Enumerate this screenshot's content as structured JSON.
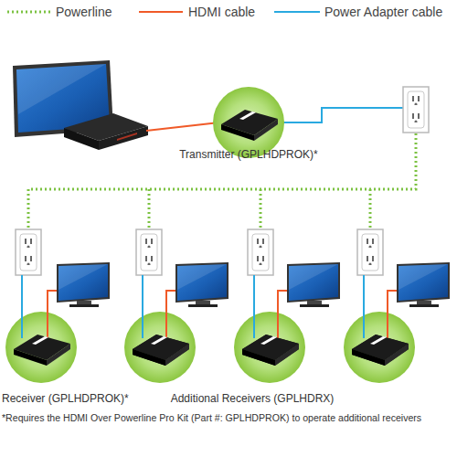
{
  "diagram": {
    "nodes": [
      {
        "text": [
          "Transmitter (GPLHDPROK)*"
        ]
      },
      {
        "text": [
          "Receiver (GPLHDPROK)*"
        ]
      }
    ],
    "labels": [
      "Additional Receivers (GPLHDRX)",
      "*Requires the HDMI Over Powerline Pro Kit (Part #: GPLHDPROK) to operate additional receivers"
    ],
    "legend": [
      {
        "text": "Powerline"
      },
      {
        "text": "HDMI cable"
      },
      {
        "text": "Power Adapter cable"
      }
    ]
  }
}
